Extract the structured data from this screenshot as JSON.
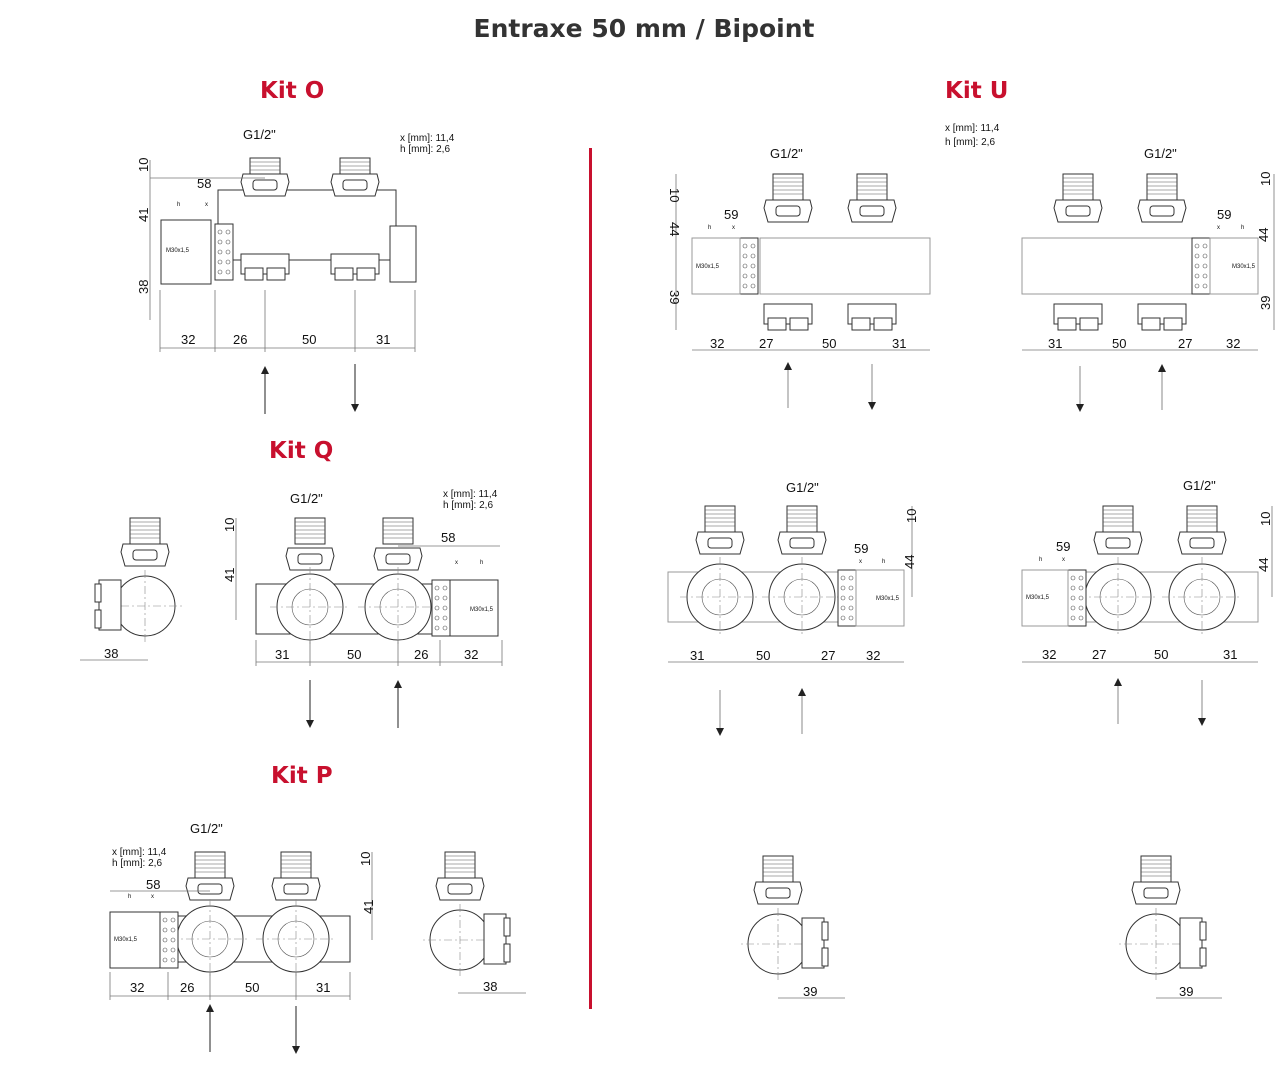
{
  "page": {
    "title": "Entraxe 50 mm / Bipoint"
  },
  "colors": {
    "accent": "#c8102e",
    "text": "#333333",
    "line": "#222222"
  },
  "kits": {
    "o": {
      "title": "Kit O",
      "thread": "G1/2\"",
      "x_note": "x [mm]: 11,4",
      "h_note": "h [mm]: 2,6",
      "thermo": "M30x1,5",
      "d58": "58",
      "d10": "10",
      "d41": "41",
      "d38": "38",
      "d32": "32",
      "d26": "26",
      "d50": "50",
      "d31": "31",
      "h": "h",
      "x": "x"
    },
    "q": {
      "title": "Kit Q",
      "thread": "G1/2\"",
      "x_note": "x [mm]: 11,4",
      "h_note": "h [mm]: 2,6",
      "thermo": "M30x1,5",
      "d58": "58",
      "d10": "10",
      "d41": "41",
      "d38": "38",
      "d31": "31",
      "d50": "50",
      "d26": "26",
      "d32": "32",
      "h": "h",
      "x": "x"
    },
    "p": {
      "title": "Kit P",
      "thread": "G1/2\"",
      "x_note": "x [mm]: 11,4",
      "h_note": "h [mm]: 2,6",
      "thermo": "M30x1,5",
      "d58": "58",
      "d10": "10",
      "d41": "41",
      "d38": "38",
      "d32": "32",
      "d26": "26",
      "d50": "50",
      "d31": "31",
      "h": "h",
      "x": "x"
    },
    "u": {
      "title": "Kit U",
      "x_note": "x [mm]: 11,4",
      "h_note": "h [mm]: 2,6",
      "thread": "G1/2\"",
      "thermo": "M30x1,5",
      "d59": "59",
      "d10": "10",
      "d44": "44",
      "d39": "39",
      "d32": "32",
      "d27": "27",
      "d50": "50",
      "d31": "31",
      "h": "h",
      "x": "x"
    }
  }
}
